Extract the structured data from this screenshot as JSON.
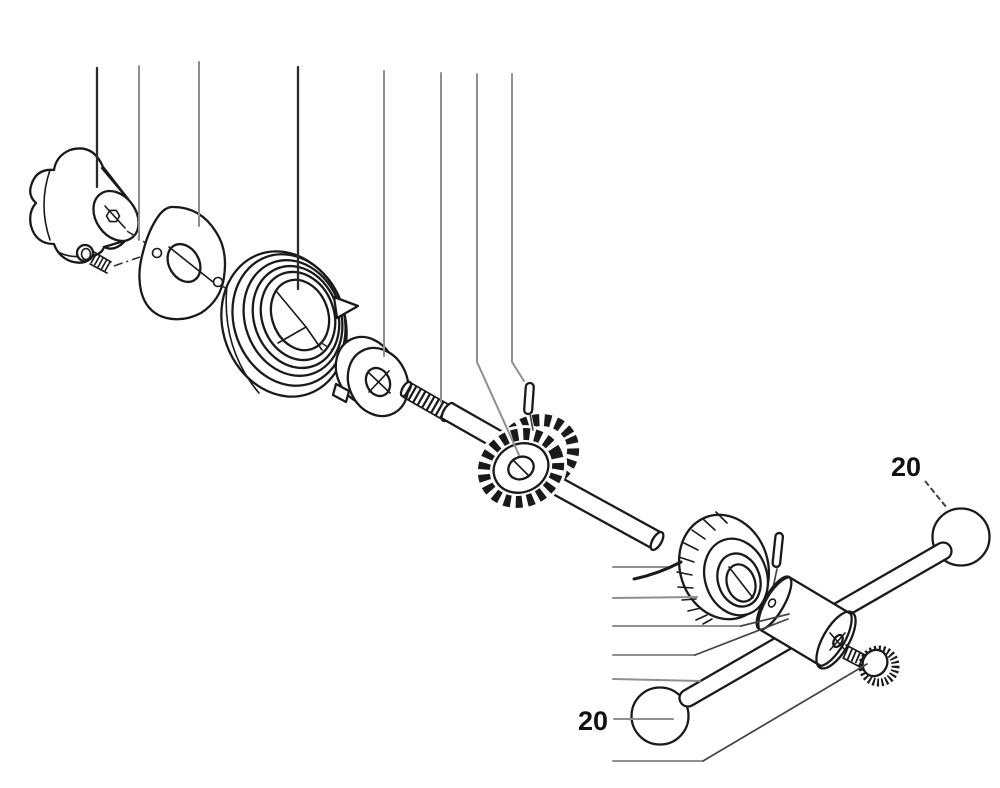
{
  "diagram": {
    "type": "exploded-parts-diagram",
    "labels": [
      {
        "id": "top-right",
        "text": "20"
      },
      {
        "id": "bottom-left",
        "text": "20"
      }
    ],
    "part_names": [
      "star-knob",
      "set-screw",
      "gasket-plate",
      "spiral-spring-drum",
      "tab-washer",
      "threaded-shaft",
      "spur-gear",
      "roll-pin-gear",
      "knurled-roller",
      "roll-pin-collar",
      "collar",
      "knurled-thumbscrew",
      "handle-bar-with-ball-ends"
    ],
    "colors": {
      "line": "#1a1a1a",
      "leader": "#8f8f8f",
      "label_text": "#111111",
      "background": "#ffffff"
    }
  }
}
